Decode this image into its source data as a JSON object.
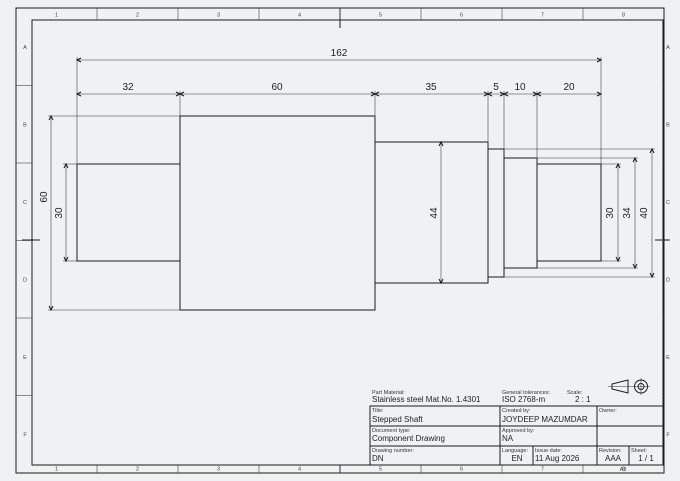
{
  "drawing": {
    "dims": {
      "overall": "162",
      "seg1": "32",
      "seg2": "60",
      "seg3": "35",
      "seg4": "5",
      "seg5": "10",
      "seg6": "20",
      "dia_left_outer": "60",
      "dia_left_inner": "30",
      "dia_mid": "44",
      "dia_r30": "30",
      "dia_r34": "34",
      "dia_r40": "40"
    },
    "zones": {
      "columns": [
        "1",
        "2",
        "3",
        "4",
        "5",
        "6",
        "7",
        "8"
      ],
      "rows": [
        "A",
        "B",
        "C",
        "D",
        "E",
        "F"
      ]
    }
  },
  "title_block": {
    "part_material_label": "Part Material:",
    "part_material": "Stainless steel Mat.No. 1.4301",
    "tolerances_label": "General tolerances:",
    "tolerances": "ISO 2768-m",
    "scale_label": "Scale:",
    "scale": "2 : 1",
    "title_label": "Title:",
    "title": "Stepped Shaft",
    "created_label": "Created by:",
    "created": "JOYDEEP MAZUMDAR",
    "owner_label": "Owner:",
    "doctype_label": "Document type:",
    "doctype": "Component Drawing",
    "approved_label": "Approved by:",
    "approved": "NA",
    "drawno_label": "Drawing number:",
    "drawno": "DN",
    "language_label": "Language:",
    "language": "EN",
    "issue_label": "Issue date:",
    "issue": "11 Aug 2026",
    "revision_label": "Revision:",
    "revision": "AAA",
    "sheet_label": "Sheet:",
    "sheet": "1 / 1",
    "size": "A3"
  }
}
